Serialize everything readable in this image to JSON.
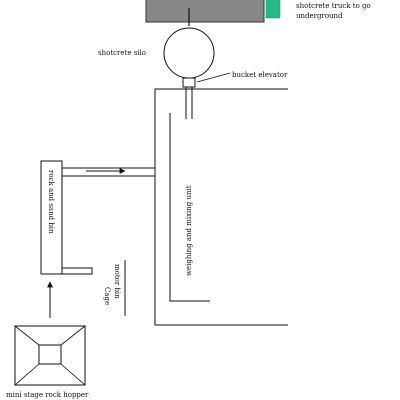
{
  "labels": {
    "shotcrete_truck": [
      "shotcrete truck to go",
      "underground"
    ],
    "shotcrete_silo": "shotcrete silo",
    "bucket_elevator": "bucket elevator",
    "weighing_mixing": "weighing and mixing unit",
    "rock_sand": "rock and sand bin",
    "conveyor": [
      "Cage",
      "motor bin"
    ],
    "hopper": "mini stage rock hopper"
  },
  "colors": {
    "truck_body": "#888888",
    "truck_cab": "#22bb88",
    "line": "#111111"
  }
}
